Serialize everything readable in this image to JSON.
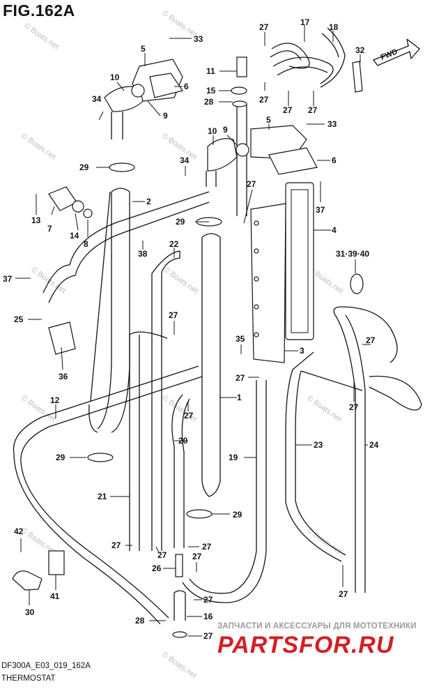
{
  "figure": {
    "title": "FIG.162A",
    "code": "DF300A_E03_019_162A",
    "caption": "THERMOSTAT",
    "direction_label": "FWD"
  },
  "watermark": {
    "source_text": "© Boats.net",
    "shop_text": "ЗАПЧАСТИ И АКСЕССУАРЫ ДЛЯ МОТОТЕХНИКИ",
    "shop_logo": "PARTSFOR.RU",
    "logo_color": "#d31f24"
  },
  "callouts": [
    {
      "id": "c33a",
      "label": "33"
    },
    {
      "id": "c27a",
      "label": "27"
    },
    {
      "id": "c17",
      "label": "17"
    },
    {
      "id": "c18",
      "label": "18"
    },
    {
      "id": "c32",
      "label": "32"
    },
    {
      "id": "c5a",
      "label": "5"
    },
    {
      "id": "c11",
      "label": "11"
    },
    {
      "id": "c10a",
      "label": "10"
    },
    {
      "id": "c27b",
      "label": "27"
    },
    {
      "id": "c6a",
      "label": "6"
    },
    {
      "id": "c15",
      "label": "15"
    },
    {
      "id": "c34a",
      "label": "34"
    },
    {
      "id": "c28a",
      "label": "28"
    },
    {
      "id": "c27c",
      "label": "27"
    },
    {
      "id": "c27d",
      "label": "27"
    },
    {
      "id": "c9a",
      "label": "9"
    },
    {
      "id": "c10b",
      "label": "10"
    },
    {
      "id": "c9b",
      "label": "9"
    },
    {
      "id": "c5b",
      "label": "5"
    },
    {
      "id": "c33b",
      "label": "33"
    },
    {
      "id": "c29a",
      "label": "29"
    },
    {
      "id": "c34b",
      "label": "34"
    },
    {
      "id": "c6b",
      "label": "6"
    },
    {
      "id": "c27e",
      "label": "27"
    },
    {
      "id": "c2",
      "label": "2"
    },
    {
      "id": "c13",
      "label": "13"
    },
    {
      "id": "c7",
      "label": "7"
    },
    {
      "id": "c37a",
      "label": "37"
    },
    {
      "id": "c14",
      "label": "14"
    },
    {
      "id": "c29b",
      "label": "29"
    },
    {
      "id": "c4",
      "label": "4"
    },
    {
      "id": "c8",
      "label": "8"
    },
    {
      "id": "c38",
      "label": "38"
    },
    {
      "id": "c22",
      "label": "22"
    },
    {
      "id": "c3139",
      "label": "31·39·40"
    },
    {
      "id": "c37b",
      "label": "37"
    },
    {
      "id": "c25",
      "label": "25"
    },
    {
      "id": "c27f",
      "label": "27"
    },
    {
      "id": "c35",
      "label": "35"
    },
    {
      "id": "c3",
      "label": "3"
    },
    {
      "id": "c27g",
      "label": "27"
    },
    {
      "id": "c36",
      "label": "36"
    },
    {
      "id": "c27h",
      "label": "27"
    },
    {
      "id": "c27i",
      "label": "27"
    },
    {
      "id": "c12",
      "label": "12"
    },
    {
      "id": "c1",
      "label": "1"
    },
    {
      "id": "c27j",
      "label": "27"
    },
    {
      "id": "c20",
      "label": "20"
    },
    {
      "id": "c23",
      "label": "23"
    },
    {
      "id": "c24",
      "label": "24"
    },
    {
      "id": "c29c",
      "label": "29"
    },
    {
      "id": "c19",
      "label": "19"
    },
    {
      "id": "c21",
      "label": "21"
    },
    {
      "id": "c29d",
      "label": "29"
    },
    {
      "id": "c42",
      "label": "42"
    },
    {
      "id": "c27k",
      "label": "27"
    },
    {
      "id": "c27l",
      "label": "27"
    },
    {
      "id": "c27m",
      "label": "27"
    },
    {
      "id": "c27n",
      "label": "27"
    },
    {
      "id": "c26",
      "label": "26"
    },
    {
      "id": "c27o",
      "label": "27"
    },
    {
      "id": "c41",
      "label": "41"
    },
    {
      "id": "c27p",
      "label": "27"
    },
    {
      "id": "c30",
      "label": "30"
    },
    {
      "id": "c16",
      "label": "16"
    },
    {
      "id": "c28b",
      "label": "28"
    },
    {
      "id": "c27q",
      "label": "27"
    }
  ]
}
